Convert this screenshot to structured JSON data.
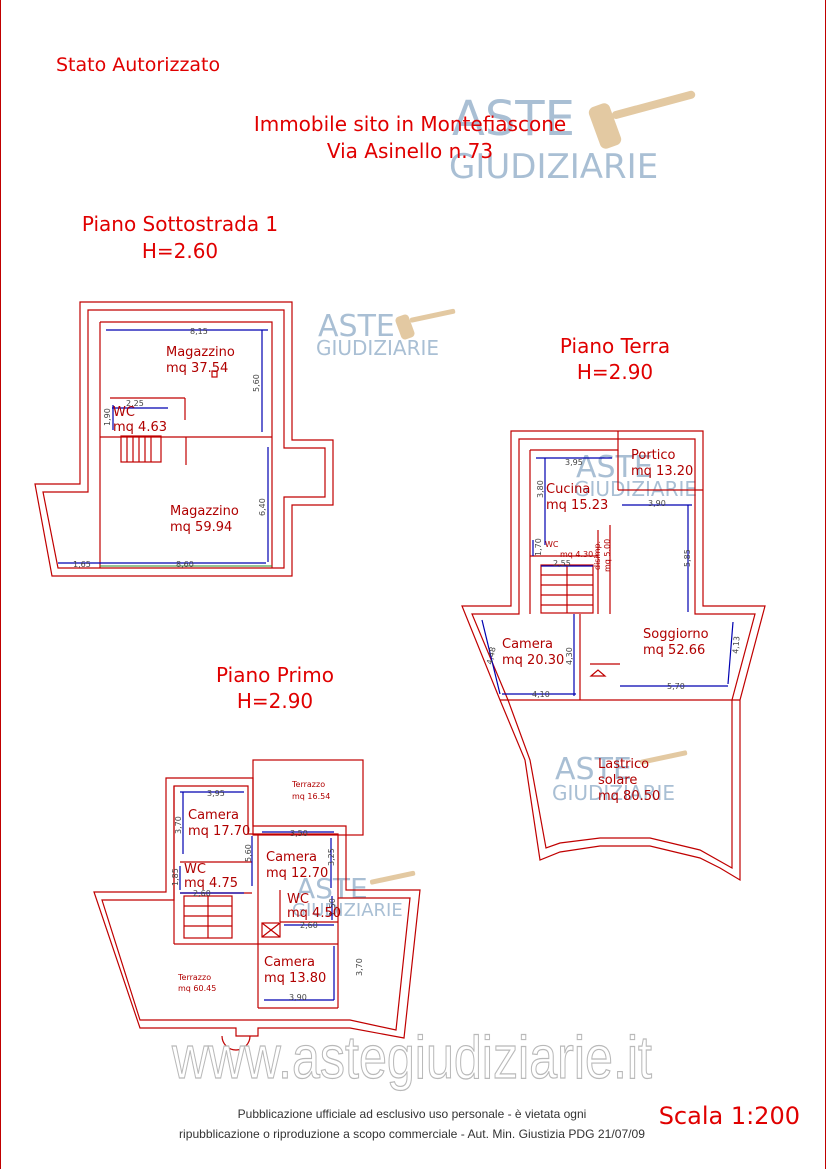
{
  "header": {
    "status": "Stato Autorizzato",
    "address_line1": "Immobile sito in Montefiascone",
    "address_line2": "Via Asinello n.73",
    "scale": "Scala 1:200"
  },
  "watermark": {
    "brand_line1": "ASTE",
    "brand_line2": "GIUDIZIARIE",
    "site": "www.astegiudiziarie.it"
  },
  "footer": {
    "line1": "Pubblicazione ufficiale ad esclusivo uso personale - è vietata ogni",
    "line2": "ripubblicazione o riproduzione a scopo commerciale - Aut. Min. Giustizia PDG 21/07/09"
  },
  "floors": {
    "basement": {
      "name": "Piano Sottostrada 1",
      "height": "H=2.60",
      "rooms": [
        {
          "name": "Magazzino",
          "area": "mq 37.54"
        },
        {
          "name": "WC",
          "area": "mq 4.63"
        },
        {
          "name": "Magazzino",
          "area": "mq 59.94"
        }
      ],
      "dims": [
        "8,15",
        "5,60",
        "2,25",
        "1,90",
        "6,40",
        "1,65",
        "8,60"
      ]
    },
    "ground": {
      "name": "Piano Terra",
      "height": "H=2.90",
      "rooms": [
        {
          "name": "Portico",
          "area": "mq 13.20"
        },
        {
          "name": "Cucina",
          "area": "mq 15.23"
        },
        {
          "name": "WC",
          "area": "mq 4.30"
        },
        {
          "name": "disimp.",
          "area": "mq 5.00"
        },
        {
          "name": "Soggiorno",
          "area": "mq 52.66"
        },
        {
          "name": "Camera",
          "area": "mq 20.30"
        },
        {
          "name": "Lastrico",
          "name2": "solare",
          "area": "mq 80.50"
        }
      ],
      "dims": [
        "3,95",
        "3,80",
        "3,90",
        "1,70",
        "2,55",
        "5,85",
        "4,48",
        "4,30",
        "4,10",
        "5,70",
        "4,13"
      ]
    },
    "first": {
      "name": "Piano Primo",
      "height": "H=2.90",
      "rooms": [
        {
          "name": "Terrazzo",
          "area": "mq 16.54"
        },
        {
          "name": "Camera",
          "area": "mq 17.70"
        },
        {
          "name": "Camera",
          "area": "mq 12.70"
        },
        {
          "name": "WC",
          "area": "mq 4.75"
        },
        {
          "name": "WC",
          "area": "mq 4.50"
        },
        {
          "name": "Camera",
          "area": "mq 13.80"
        },
        {
          "name": "Terrazzo",
          "area": "mq 60.45"
        }
      ],
      "dims": [
        "3,95",
        "3,70",
        "3,50",
        "5,60",
        "3,25",
        "1,85",
        "2,60",
        "1,50",
        "2,60",
        "3,70",
        "3,90"
      ]
    }
  }
}
